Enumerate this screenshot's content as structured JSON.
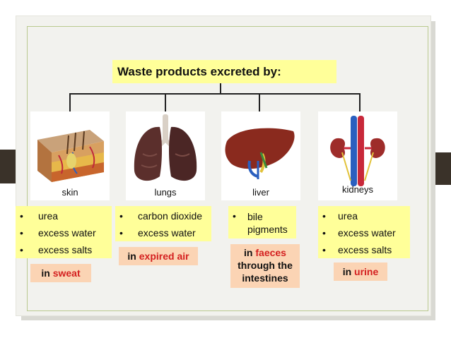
{
  "title": "Waste products excreted by:",
  "organs": [
    {
      "name": "skin",
      "image": "skin-cross-section-icon",
      "items": [
        "urea",
        "excess water",
        "excess salts"
      ],
      "route_prefix": "in ",
      "route_highlight": "sweat",
      "route_suffix": ""
    },
    {
      "name": "lungs",
      "image": "lungs-icon",
      "items": [
        "carbon dioxide",
        "excess water"
      ],
      "route_prefix": "in ",
      "route_highlight": "expired air",
      "route_suffix": ""
    },
    {
      "name": "liver",
      "image": "liver-icon",
      "items": [
        "bile pigments"
      ],
      "route_prefix": "in ",
      "route_highlight": "faeces",
      "route_suffix": "through the intestines"
    },
    {
      "name": "kidneys",
      "image": "kidneys-icon",
      "items": [
        "urea",
        "excess water",
        "excess salts"
      ],
      "route_prefix": "in ",
      "route_highlight": "urine",
      "route_suffix": ""
    }
  ],
  "bullet": "•",
  "colors": {
    "highlight_box": "#ffff99",
    "route_box": "#fbd4b4",
    "route_red": "#d42020",
    "frame_green": "#b9c98f"
  }
}
